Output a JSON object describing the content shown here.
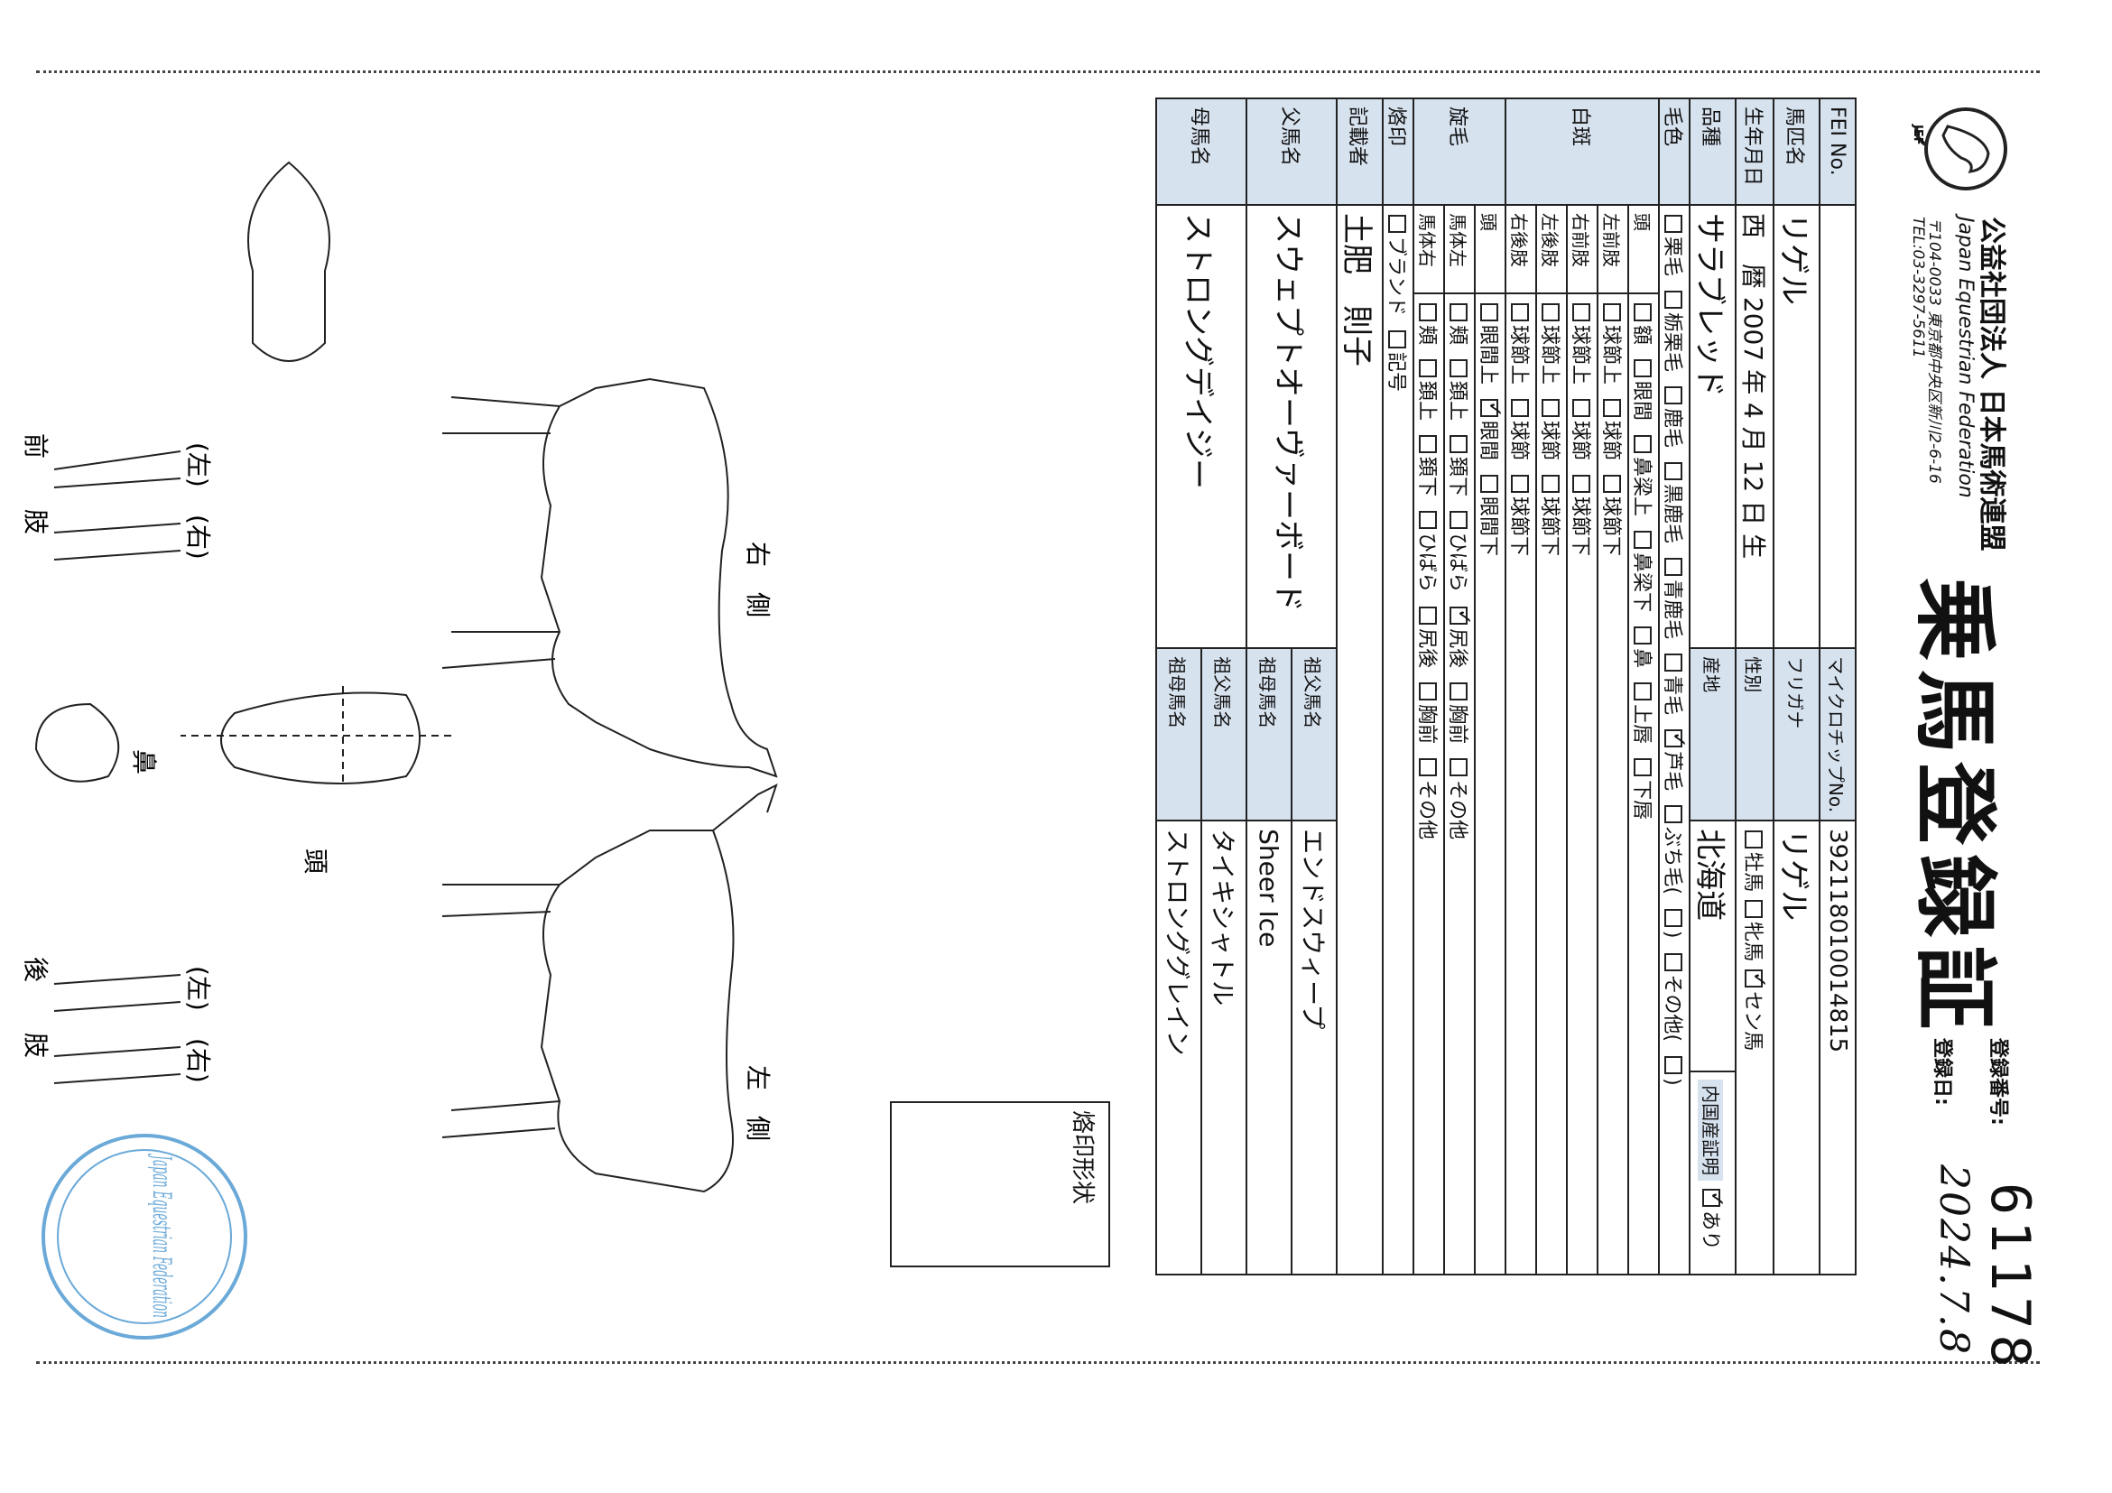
{
  "header": {
    "org_jp": "公益社団法人 日本馬術連盟",
    "org_en": "Japan Equestrian Federation",
    "org_address": "〒104-0033 東京都中央区新川2-6-16",
    "org_tel": "TEL:03-3297-5611",
    "logo_mark": "JEF",
    "title": "乗馬登録証",
    "registration_number_label": "登録番号:",
    "registration_number": "61178",
    "registration_date_label": "登録日:",
    "registration_date": "2024.7.8"
  },
  "table": {
    "fei_no_label": "FEI No.",
    "microchip_label": "マイクロチップNo.",
    "microchip_value": "392118010014815",
    "horse_name_label": "馬匹名",
    "horse_name": "リゲル",
    "furigana_label": "フリガナ",
    "furigana": "リゲル",
    "birth_label": "生年月日",
    "birth_era": "西　暦",
    "birth_year": "2007",
    "year_unit": "年",
    "birth_month": "4",
    "month_unit": "月",
    "birth_day": "12",
    "day_unit": "日",
    "birth_suffix": "生",
    "sex_label": "性別",
    "sex_options": [
      "牡馬",
      "牝馬",
      "セン馬"
    ],
    "sex_selected": "セン馬",
    "breed_label": "品種",
    "breed": "サラブレッド",
    "origin_label": "産地",
    "origin": "北海道",
    "cert_label": "内国産証明",
    "cert_value": "あり",
    "coat_label": "毛色",
    "coat_options": [
      "栗毛",
      "栃栗毛",
      "鹿毛",
      "黒鹿毛",
      "青鹿毛",
      "青毛",
      "芦毛",
      "ぶち毛(",
      ")",
      "その他(",
      ")"
    ],
    "coat_selected": "芦毛",
    "white_label": "白斑",
    "head_label": "頭",
    "head_options": [
      "額",
      "眼間",
      "鼻梁上",
      "鼻梁下",
      "鼻",
      "上唇",
      "下唇"
    ],
    "lf_label": "左前肢",
    "rf_label": "右前肢",
    "lh_label": "左後肢",
    "rh_label": "右後肢",
    "leg_options": [
      "球節上",
      "球節",
      "球節下"
    ],
    "whorl_label": "旋毛",
    "whorl_head_label": "頭",
    "whorl_head_options": [
      "眼間上",
      "眼間",
      "眼間下"
    ],
    "whorl_head_selected": "眼間",
    "body_left_label": "馬体左",
    "body_right_label": "馬体右",
    "body_options": [
      "頬",
      "頚上",
      "頚下",
      "ひばら",
      "尻後",
      "胸前",
      "その他"
    ],
    "body_left_selected": "尻後",
    "brand_label": "烙印",
    "brand_options": [
      "ブランド",
      "記号"
    ],
    "writer_label": "記載者",
    "writer": "土肥　則子",
    "sire_label": "父馬名",
    "sire": "スウェプトオーヴァーボード",
    "sire_sire_label": "祖父馬名",
    "sire_sire": "エンドスウィープ",
    "sire_dam_label": "祖母馬名",
    "sire_dam": "Sheer Ice",
    "dam_label": "母馬名",
    "dam": "ストロングデイジー",
    "dam_sire_label": "祖父馬名",
    "dam_sire": "タイキシャトル",
    "dam_dam_label": "祖母馬名",
    "dam_dam": "ストロンググレイン"
  },
  "diagram": {
    "brand_box_label": "烙印形状",
    "right_side": "右　側",
    "left_side": "左　側",
    "head": "頭",
    "nose": "鼻",
    "front_legs": "前　　肢",
    "hind_legs": "後　　肢",
    "left_mark": "(左)",
    "right_mark": "(右)"
  },
  "stamp": {
    "text": "Japan Equestrian Federation"
  }
}
